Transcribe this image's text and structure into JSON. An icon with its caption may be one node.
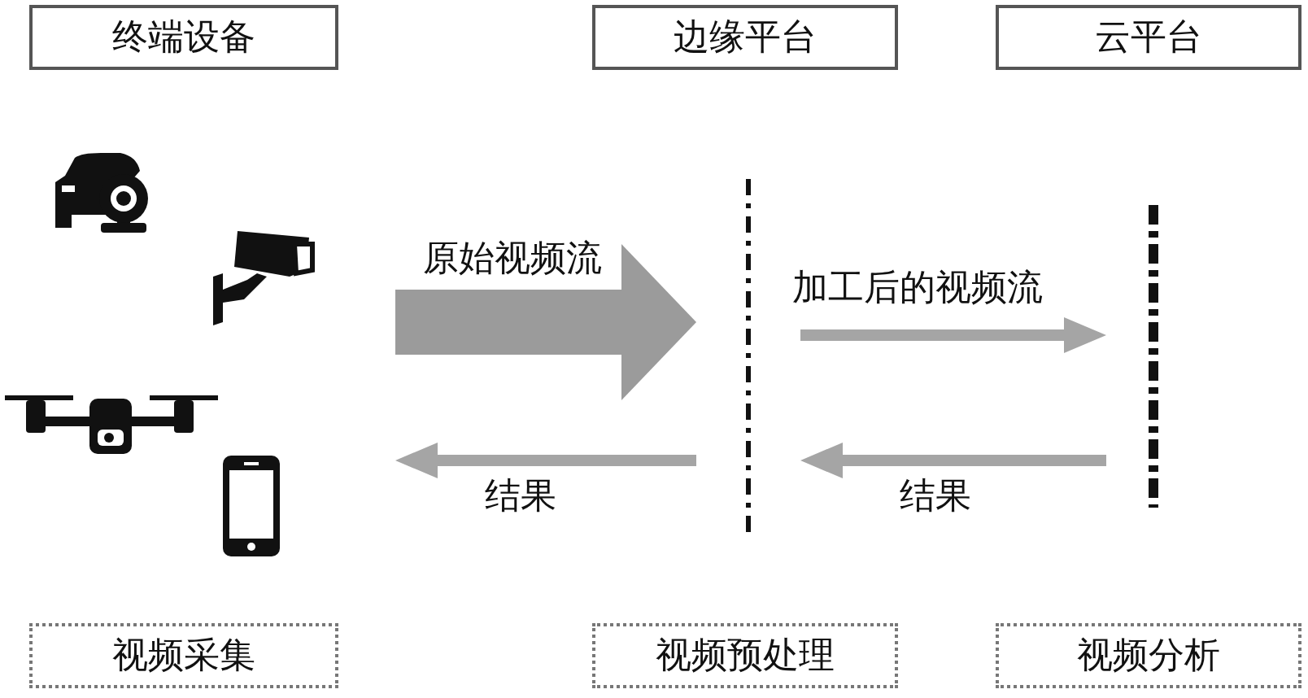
{
  "diagram": {
    "nodes": [
      {
        "text": [
          "终端设备"
        ]
      },
      {
        "text": [
          "边缘平台"
        ]
      },
      {
        "text": [
          "云平台"
        ]
      },
      {
        "text": [],
        "shape": "bar"
      },
      {
        "text": [],
        "shape": "bar"
      },
      {
        "text": [
          "视频采集"
        ]
      },
      {
        "text": [
          "视频预处理"
        ]
      },
      {
        "text": [
          "视频分析"
        ]
      }
    ],
    "edges": [
      {
        "from": null,
        "to": 3,
        "arrow": "to",
        "label": "原始视频流",
        "style": "thick"
      },
      {
        "from": 3,
        "to": null,
        "arrow": "to",
        "label": "结果"
      },
      {
        "from": 3,
        "to": 4,
        "arrow": "to",
        "label": "加工后的视频流"
      },
      {
        "from": 4,
        "to": 3,
        "arrow": "to",
        "label": "结果"
      }
    ]
  }
}
